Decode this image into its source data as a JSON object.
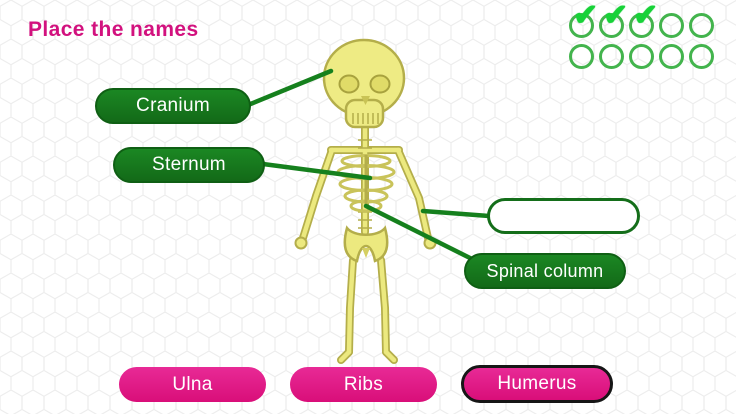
{
  "title": "Place the names",
  "progress": {
    "completed": 3,
    "total": 10
  },
  "placed_labels": {
    "cranium": "Cranium",
    "sternum": "Sternum",
    "spinal_column": "Spinal column"
  },
  "answer_slot": {
    "value": ""
  },
  "word_bank": {
    "items": [
      {
        "label": "Ulna",
        "selected": false
      },
      {
        "label": "Ribs",
        "selected": false
      },
      {
        "label": "Humerus",
        "selected": true
      }
    ]
  },
  "icons": {
    "check": "✔"
  },
  "colors": {
    "title_pink": "#d2117e",
    "pill_pink": "#e0137f",
    "pill_green": "#15791d",
    "check_green": "#17d238",
    "circle_green": "#43b44d",
    "skeleton_fill": "#ece97f",
    "skeleton_outline": "#b4ae4a"
  }
}
